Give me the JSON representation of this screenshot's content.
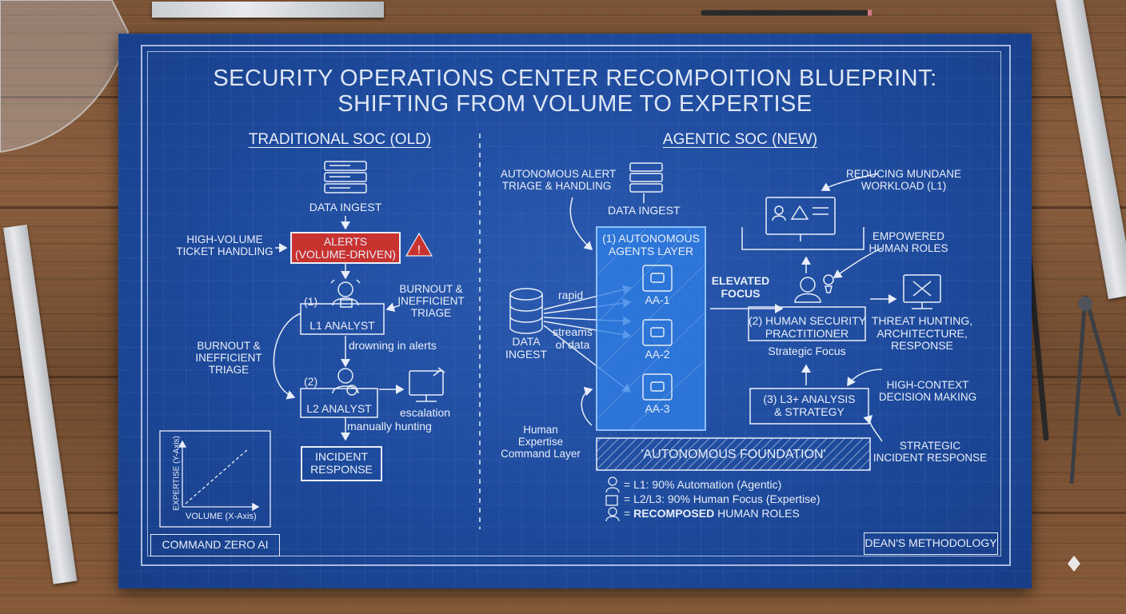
{
  "title": {
    "line1": "SECURITY OPERATIONS CENTER RECOMPOITION BLUEPRINT:",
    "line2": "SHIFTING FROM VOLUME TO EXPERTISE"
  },
  "traditional": {
    "heading": "TRADITIONAL SOC (OLD)",
    "data_ingest": "DATA INGEST",
    "alerts_line1": "ALERTS",
    "alerts_line2": "(VOLUME-DRIVEN)",
    "high_volume_line1": "HIGH-VOLUME",
    "high_volume_line2": "TICKET HANDLING",
    "burnout_right_line1": "BURNOUT &",
    "burnout_right_line2": "INEFFICIENT",
    "burnout_right_line3": "TRIAGE",
    "l1_number": "(1)",
    "l1_analyst": "L1 ANALYST",
    "drowning": "drowning in alerts",
    "burnout_left_line1": "BURNOUT &",
    "burnout_left_line2": "INEFFICIENT",
    "burnout_left_line3": "TRIAGE",
    "l2_number": "(2)",
    "l2_analyst": "L2 ANALYST",
    "escalation": "escalation",
    "manually_hunting": "manually hunting",
    "incident_line1": "INCIDENT",
    "incident_line2": "RESPONSE",
    "chart_ylabel": "EXPERTISE (Y-Axis)",
    "chart_xlabel": "VOLUME (X-Axis)"
  },
  "agentic": {
    "heading": "AGENTIC SOC (NEW)",
    "auto_alert_line1": "AUTONOMOUS ALERT",
    "auto_alert_line2": "TRIAGE & HANDLING",
    "data_ingest_top": "DATA INGEST",
    "agents_layer_line1": "(1) AUTONOMOUS",
    "agents_layer_line2": "AGENTS LAYER",
    "agents": [
      "AA-1",
      "AA-2",
      "AA-3"
    ],
    "data_ingest_left_line1": "DATA",
    "data_ingest_left_line2": "INGEST",
    "rapid": "rapid",
    "streams_line1": "streams",
    "streams_line2": "of data",
    "elevated_line1": "ELEVATED",
    "elevated_line2": "FOCUS",
    "reducing_line1": "REDUCING MUNDANE",
    "reducing_line2": "WORKLOAD (L1)",
    "empowered_line1": "EMPOWERED",
    "empowered_line2": "HUMAN ROLES",
    "practitioner_line1": "(2) HUMAN SECURITY",
    "practitioner_line2": "PRACTITIONER",
    "strategic_focus": "Strategic Focus",
    "threat_line1": "THREAT HUNTING,",
    "threat_line2": "ARCHITECTURE,",
    "threat_line3": "RESPONSE",
    "l3_line1": "(3) L3+ ANALYSIS",
    "l3_line2": "& STRATEGY",
    "high_context_line1": "HIGH-CONTEXT",
    "high_context_line2": "DECISION MAKING",
    "strategic_ir_line1": "STRATEGIC",
    "strategic_ir_line2": "INCIDENT RESPONSE",
    "human_exp_line1": "Human",
    "human_exp_line2": "Expertise",
    "human_exp_line3": "Command Layer",
    "foundation": "'AUTONOMOUS FOUNDATION'",
    "legend": [
      "= L1: 90% Automation (Agentic)",
      "= L2/L3: 90% Human Focus (Expertise)",
      "= "
    ],
    "legend_bold": "RECOMPOSED",
    "legend_tail": " HUMAN ROLES"
  },
  "footer": {
    "left": "COMMAND ZERO AI",
    "right": "DEAN'S METHODOLOGY"
  },
  "colors": {
    "blueprint": "#1e4a9c",
    "alert_red": "#c8322f",
    "agent_layer": "#2f7fe6",
    "line": "#e8eefb"
  }
}
